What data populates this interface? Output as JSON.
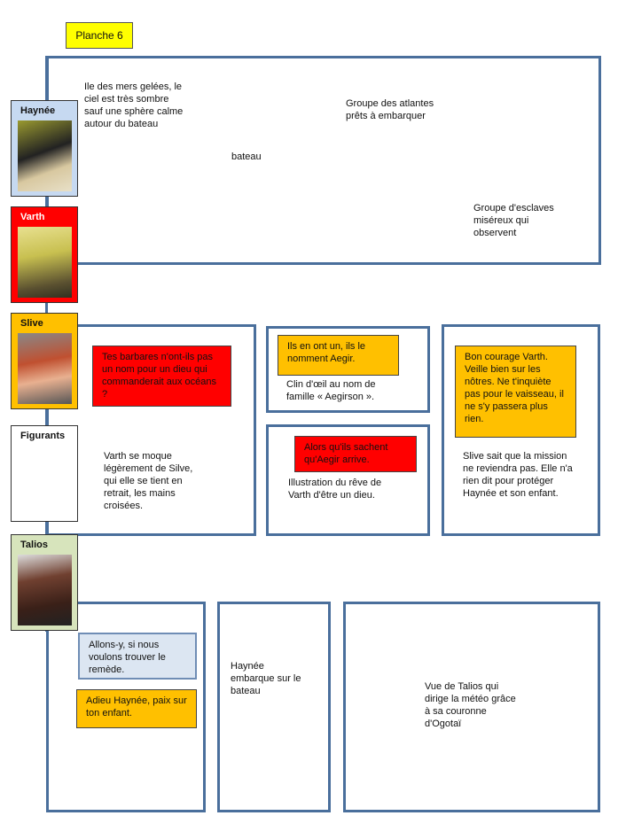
{
  "title": "Planche 6",
  "characters": [
    {
      "name": "Haynée",
      "color": "#c6d9f1"
    },
    {
      "name": "Varth",
      "color": "#ff0000"
    },
    {
      "name": "Slive",
      "color": "#ffc000"
    },
    {
      "name": "Figurants",
      "color": "#ffffff"
    },
    {
      "name": "Talios",
      "color": "#d7e4bc"
    }
  ],
  "panel1": {
    "description": "Ile des mers gelées, le ciel est très sombre sauf une sphère calme autour du bateau",
    "boat": "bateau",
    "atlantes": "Groupe des atlantes prêts à embarquer",
    "slaves": "Groupe d'esclaves miséreux qui observent"
  },
  "panel2": {
    "bubble": "Tes barbares n'ont-ils pas un nom pour un dieu qui commanderait aux océans ?",
    "description": "Varth se moque légèrement de Silve, qui elle se tient en retrait, les mains croisées."
  },
  "panel3": {
    "bubble": "Ils en ont un, ils le nomment Aegir.",
    "description": "Clin d'œil au nom de famille « Aegirson »."
  },
  "panel4": {
    "bubble": "Alors qu'ils sachent qu'Aegir arrive.",
    "description": "Illustration du rêve de Varth d'être un dieu."
  },
  "panel5": {
    "bubble": "Bon courage Varth. Veille bien sur les nôtres. Ne t'inquiète pas pour le vaisseau, il ne s'y passera plus rien.",
    "description": "Slive sait que la mission ne reviendra pas. Elle n'a rien dit pour protéger Haynée et son enfant."
  },
  "panel6": {
    "bubble1": "Allons-y, si nous voulons trouver le remède.",
    "bubble2": "Adieu Haynée, paix sur ton enfant."
  },
  "panel7": {
    "description": "Haynée embarque sur le bateau"
  },
  "panel8": {
    "description": "Vue de Talios qui dirige la météo grâce à sa couronne d'Ogotaï"
  }
}
